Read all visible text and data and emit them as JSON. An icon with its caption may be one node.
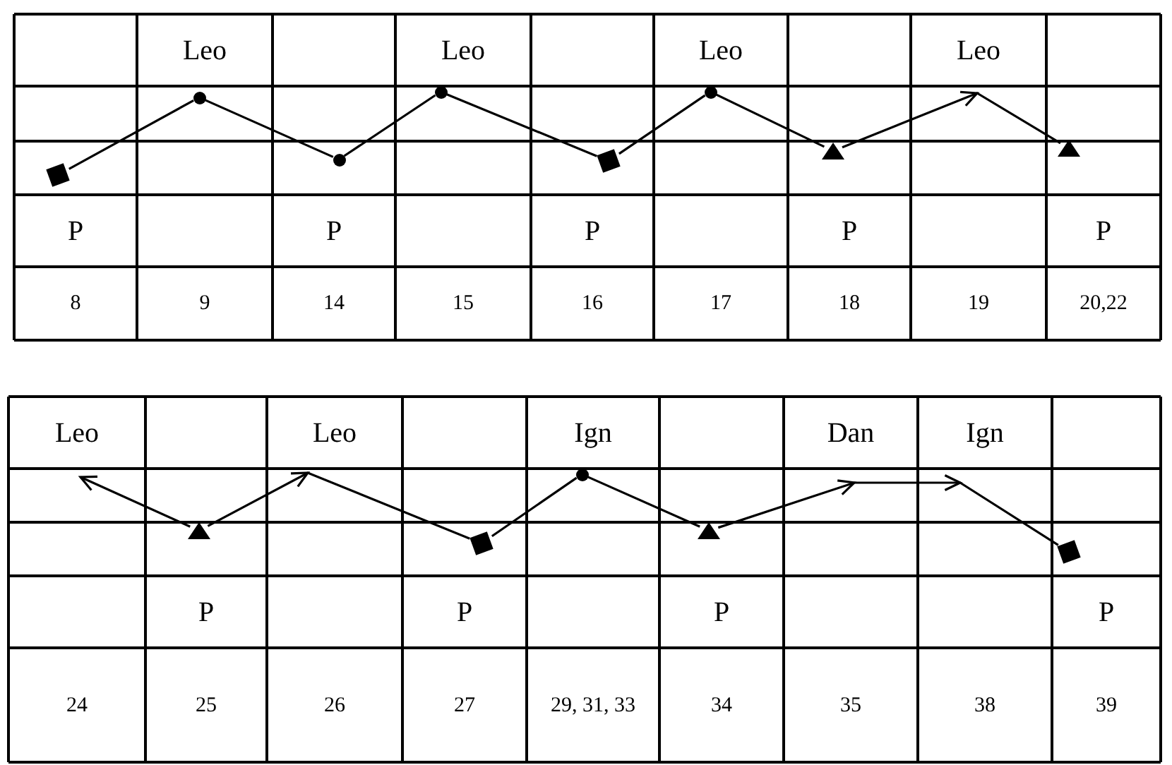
{
  "diagram": {
    "nodes": [
      {
        "text": [],
        "shape": "box"
      },
      {
        "text": [],
        "shape": "circle"
      },
      {
        "text": [],
        "shape": "circle"
      },
      {
        "text": [],
        "shape": "circle"
      },
      {
        "text": [],
        "shape": "box"
      },
      {
        "text": [],
        "shape": "circle"
      },
      {
        "text": [],
        "shape": "triangle"
      },
      {
        "text": [],
        "shape": "triangle"
      },
      {
        "text": [],
        "shape": "triangle"
      },
      {
        "text": [],
        "shape": "box"
      },
      {
        "text": [],
        "shape": "circle"
      },
      {
        "text": [],
        "shape": "triangle"
      },
      {
        "text": [],
        "shape": "box"
      }
    ],
    "edges": [
      {
        "from": 0,
        "to": 1,
        "arrow": "none"
      },
      {
        "from": 1,
        "to": 2,
        "arrow": "none"
      },
      {
        "from": 2,
        "to": 3,
        "arrow": "none"
      },
      {
        "from": 3,
        "to": 4,
        "arrow": "none"
      },
      {
        "from": 4,
        "to": 5,
        "arrow": "none"
      },
      {
        "from": 5,
        "to": 6,
        "arrow": "none"
      },
      {
        "from": 6,
        "to": 7,
        "arrow": "to"
      },
      {
        "from": 8,
        "to": null,
        "arrow": "to"
      },
      {
        "from": 8,
        "to": 9,
        "arrow": "to"
      },
      {
        "from": 9,
        "to": 10,
        "arrow": "none"
      },
      {
        "from": 10,
        "to": 11,
        "arrow": "none"
      },
      {
        "from": 11,
        "to": 12,
        "arrow": "to"
      }
    ],
    "labels": [
      "Leo",
      "Leo",
      "Leo",
      "Leo",
      "P",
      "P",
      "P",
      "P",
      "P",
      "8",
      "9",
      "14",
      "15",
      "16",
      "17",
      "18",
      "19",
      "20,22",
      "Leo",
      "Leo",
      "Ign",
      "Dan",
      "Ign",
      "P",
      "P",
      "P",
      "P",
      "24",
      "25",
      "26",
      "27",
      "29, 31, 33",
      "34",
      "35",
      "38",
      "39"
    ]
  }
}
